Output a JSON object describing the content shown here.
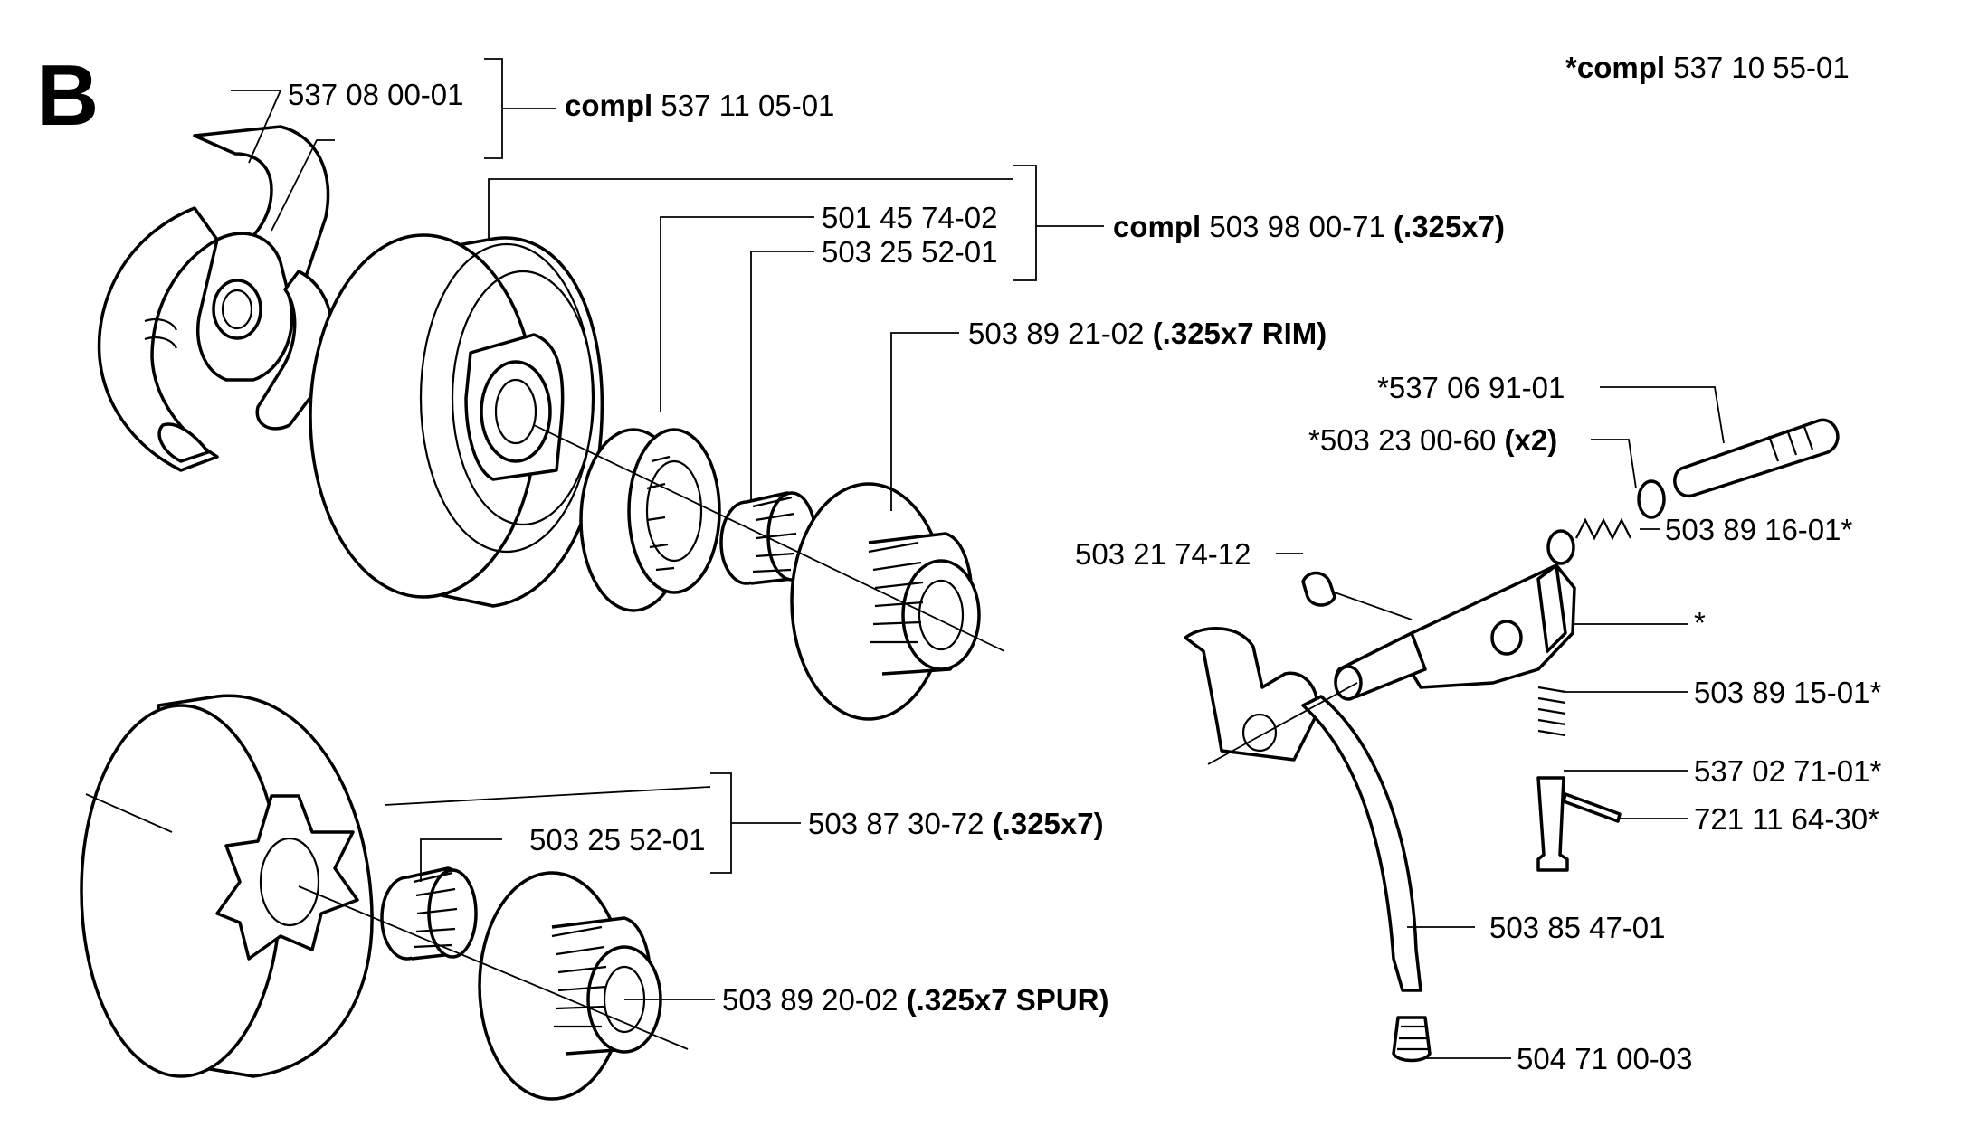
{
  "section_letter": "B",
  "callouts": {
    "top_right_note": {
      "prefix": "*compl",
      "number": "537 10 55-01"
    },
    "clutch_shoe": {
      "number": "537 08 00-01"
    },
    "clutch_kit": {
      "prefix": "compl",
      "number": "537 11 05-01"
    },
    "rim_bearing_a": {
      "number": "501 45 74-02"
    },
    "rim_bearing_b": {
      "number": "503 25 52-01"
    },
    "drum_kit_rim": {
      "prefix": "compl",
      "number": "503 98 00-71",
      "suffix": "(.325x7)"
    },
    "drum_rim": {
      "number": "503 89 21-02",
      "suffix": "(.325x7 RIM)"
    },
    "pump_shaft": {
      "number": "*537 06 91-01"
    },
    "pump_washer": {
      "number": "*503 23 00-60",
      "suffix": "(x2)"
    },
    "pump_spring": {
      "number": "503 89 16-01*"
    },
    "pump_screw": {
      "number": "503 21 74-12"
    },
    "pump_body": {
      "number": "*"
    },
    "pump_spring2": {
      "number": "503 89 15-01*"
    },
    "pump_plunger": {
      "number": "537 02 71-01*"
    },
    "pump_pin": {
      "number": "721 11 64-30*"
    },
    "spur_bearing": {
      "number": "503 25 52-01"
    },
    "drum_kit_spur": {
      "number": "503 87 30-72",
      "suffix": "(.325x7)"
    },
    "oil_hose": {
      "number": "503 85 47-01"
    },
    "drum_spur": {
      "number": "503 89 20-02",
      "suffix": "(.325x7 SPUR)"
    },
    "oil_filter": {
      "number": "504 71 00-03"
    }
  }
}
